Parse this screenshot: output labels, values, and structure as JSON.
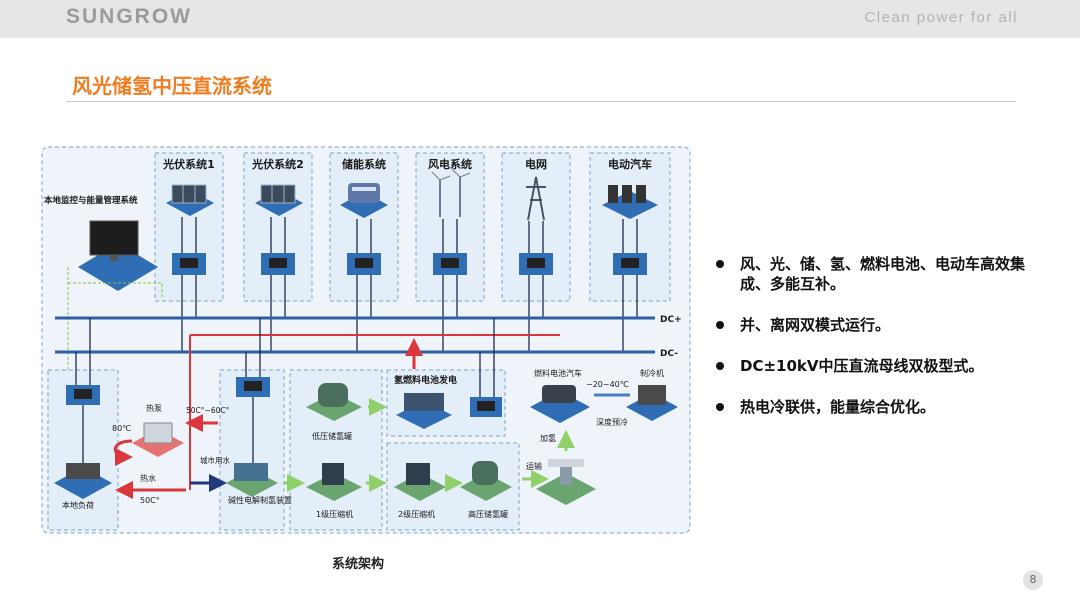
{
  "header": {
    "logo": "SUNGROW",
    "slogan": "Clean  power  for  all"
  },
  "slide": {
    "title": "风光储氢中压直流系统",
    "caption": "系统架构",
    "page_number": "8"
  },
  "diagram": {
    "top_units": [
      {
        "label": "光伏系统1",
        "icon": "solar-panel-icon"
      },
      {
        "label": "光伏系统2",
        "icon": "solar-panel-icon"
      },
      {
        "label": "储能系统",
        "icon": "battery-storage-icon"
      },
      {
        "label": "风电系统",
        "icon": "wind-turbine-icon"
      },
      {
        "label": "电网",
        "icon": "power-tower-icon"
      },
      {
        "label": "电动汽车",
        "icon": "ev-charger-icon"
      }
    ],
    "monitor_label": "本地监控与能量管理系统",
    "dc_plus": "DC+",
    "dc_minus": "DC-",
    "fuel_cell_label": "氢燃料电池发电",
    "fuel_car_label": "燃料电池汽车",
    "refrigerator_label": "制冷机",
    "temp_range": "−20~40℃",
    "deep_precool": "深度预冷",
    "hydrogenation": "加氢",
    "transport": "运输",
    "heat_pump": "热泵",
    "temp_80": "80℃",
    "temp_50_60": "50C°~60C°",
    "hot_water": "热水",
    "temp_50": "50C°",
    "city_water": "城市用水",
    "local_load": "本地负荷",
    "electrolyzer": "碱性电解制氢装置",
    "low_tank": "低压储氢罐",
    "compressor1": "1级压缩机",
    "compressor2": "2级压缩机",
    "high_tank": "高压储氢罐"
  },
  "bullets": [
    "风、光、储、氢、燃料电池、电动车高效集成、多能互补。",
    "并、离网双模式运行。",
    "DC±10kV中压直流母线双极型式。",
    "热电冷联供，能量综合优化。"
  ]
}
